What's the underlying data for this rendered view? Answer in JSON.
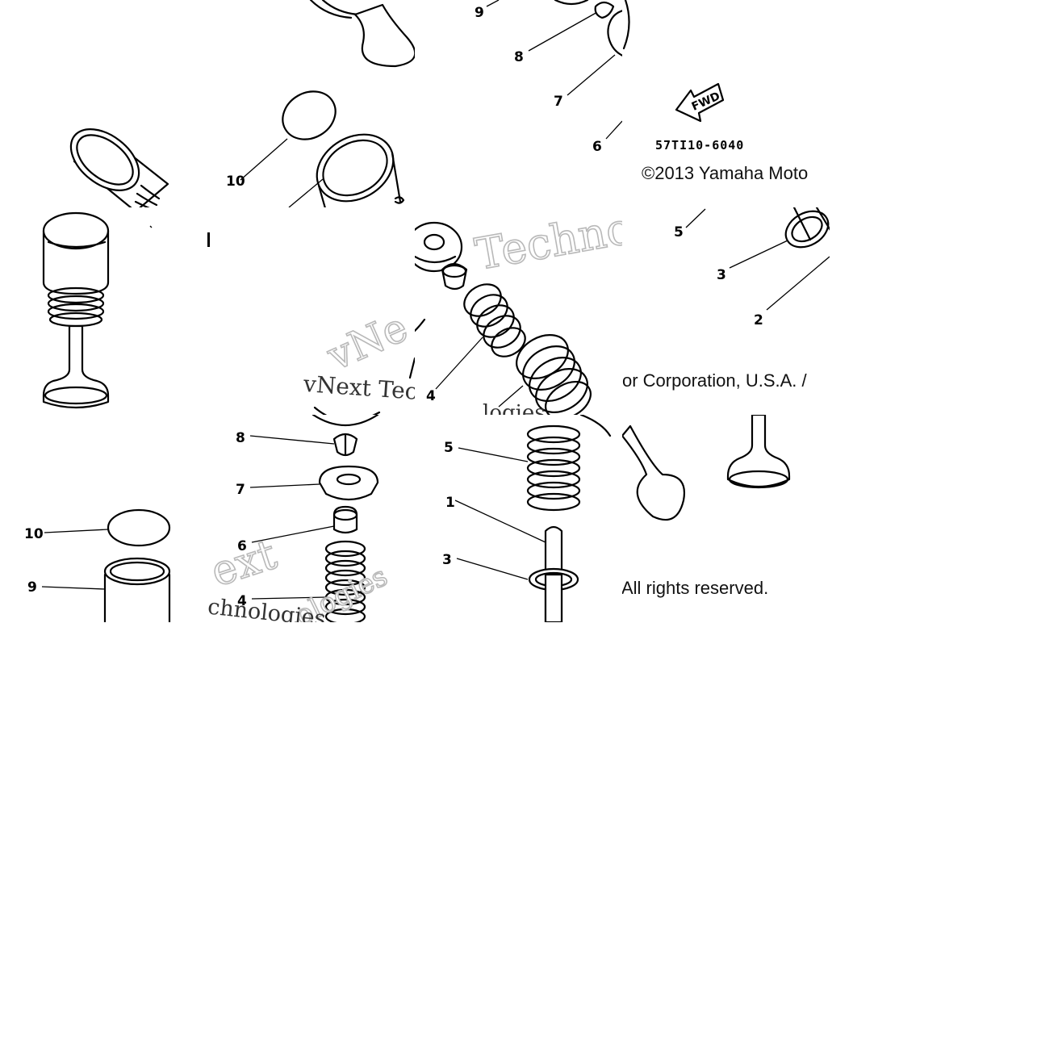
{
  "part_code": "57TI10-6040",
  "fwd_label": "FWD",
  "copyright": {
    "line1": "©2013 Yamaha Moto",
    "line2": "or Corporation, U.S.A. /",
    "line3": "All rights reserved."
  },
  "watermark": {
    "fragment1": "Techno",
    "fragment2": "vNext Tec",
    "fragment3": "vNe",
    "fragment4": "ologies",
    "fragment5": "ext",
    "fragment6": "chnologies",
    "fragment7": "logies"
  },
  "callouts": {
    "t1_9": "9",
    "t1_8": "8",
    "t1_7": "7",
    "t1_6": "6",
    "t1_10": "10",
    "t1_5": "5",
    "t1_3": "3",
    "t1_2": "2",
    "t1_4": "4",
    "t2_8": "8",
    "t2_7": "7",
    "t2_6": "6",
    "t2_10": "10",
    "t2_9": "9",
    "t2_4": "4",
    "t2_5": "5",
    "t2_1": "1",
    "t2_3": "3"
  }
}
